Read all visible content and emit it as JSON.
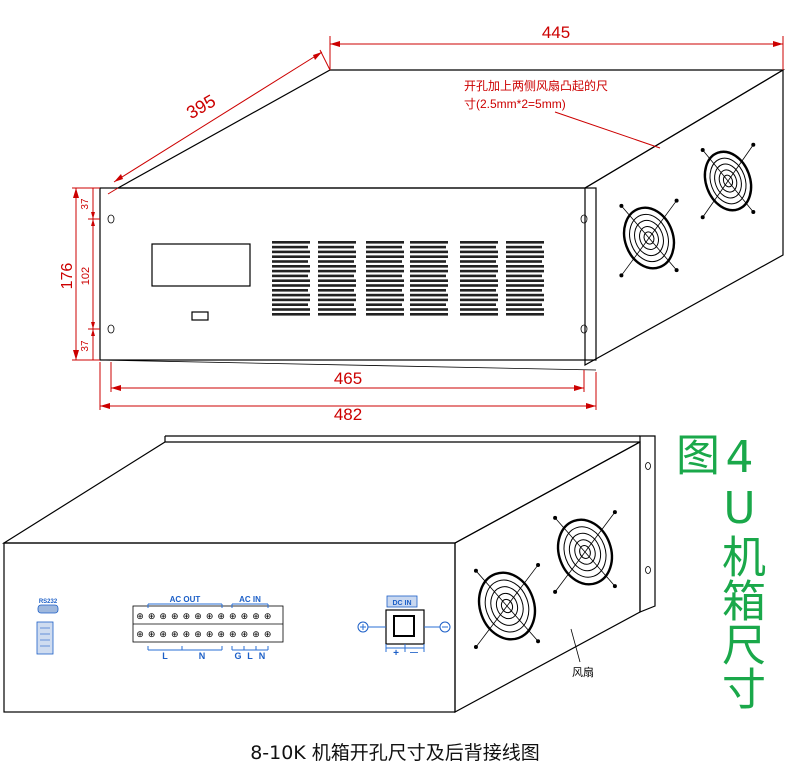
{
  "dimensions": {
    "depth": "395",
    "width_top": "445",
    "height_total": "176",
    "upper_offset": "37",
    "middle_span": "102",
    "lower_offset": "37",
    "inner_width": "465",
    "panel_width": "482"
  },
  "note": {
    "line1": "开孔加上两侧风扇凸起的尺",
    "line2": "寸(2.5mm*2=5mm)"
  },
  "rear_panel": {
    "rs232_label": "RS232",
    "ac_out_label": "AC OUT",
    "ac_in_label": "AC IN",
    "terminal_L": "L",
    "terminal_N": "N",
    "terminal_G": "G",
    "terminal_L2": "L",
    "terminal_N2": "N",
    "dc_in_label": "DC IN",
    "plus_symbol": "+",
    "minus_symbol": "—",
    "fan_label": "风扇"
  },
  "side_title": "4U机箱尺寸图",
  "caption": "8-10K 机箱开孔尺寸及后背接线图",
  "colors": {
    "dimension": "#cc0000",
    "title": "#1aa84a",
    "terminal_label": "#1c5fc7"
  }
}
